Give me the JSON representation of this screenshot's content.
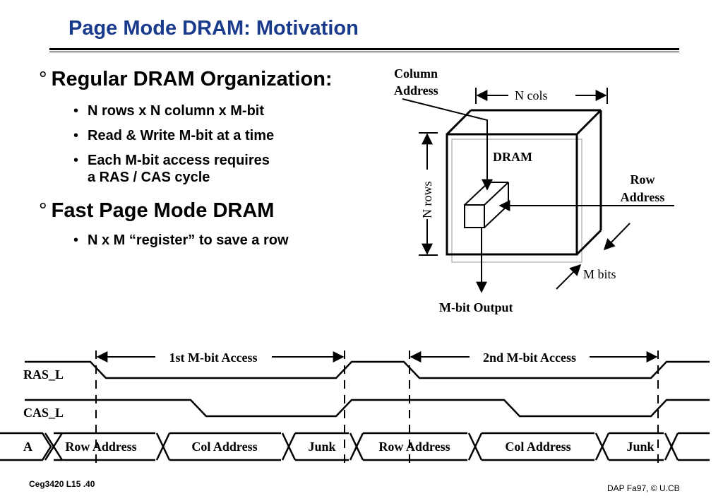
{
  "slide": {
    "title": "Page Mode DRAM: Motivation",
    "footer_left": "Ceg3420 L15 .40",
    "footer_right": "DAP Fa97, © U.CB"
  },
  "bullets": {
    "bullet_mark": "°",
    "sub_mark": "•",
    "regular": {
      "heading": "Regular DRAM Organization:",
      "items": [
        "N rows x N column x M-bit",
        "Read & Write M-bit at a time",
        "Each M-bit access requires",
        "a RAS / CAS cycle"
      ]
    },
    "fast": {
      "heading": "Fast Page Mode DRAM",
      "items": [
        "N x M “register” to save a row"
      ]
    }
  },
  "dram_diagram": {
    "column_address": [
      "Column",
      "Address"
    ],
    "n_cols": "N cols",
    "dram_label": "DRAM",
    "n_rows": "N rows",
    "row_address": [
      "Row",
      "Address"
    ],
    "m_bits": "M bits",
    "output": "M-bit Output"
  },
  "timing": {
    "access_1": "1st M-bit Access",
    "access_2": "2nd M-bit Access",
    "signals": [
      "RAS_L",
      "CAS_L",
      "A"
    ],
    "bus_values": [
      "Row Address",
      "Col Address",
      "Junk",
      "Row Address",
      "Col Address",
      "Junk"
    ]
  }
}
